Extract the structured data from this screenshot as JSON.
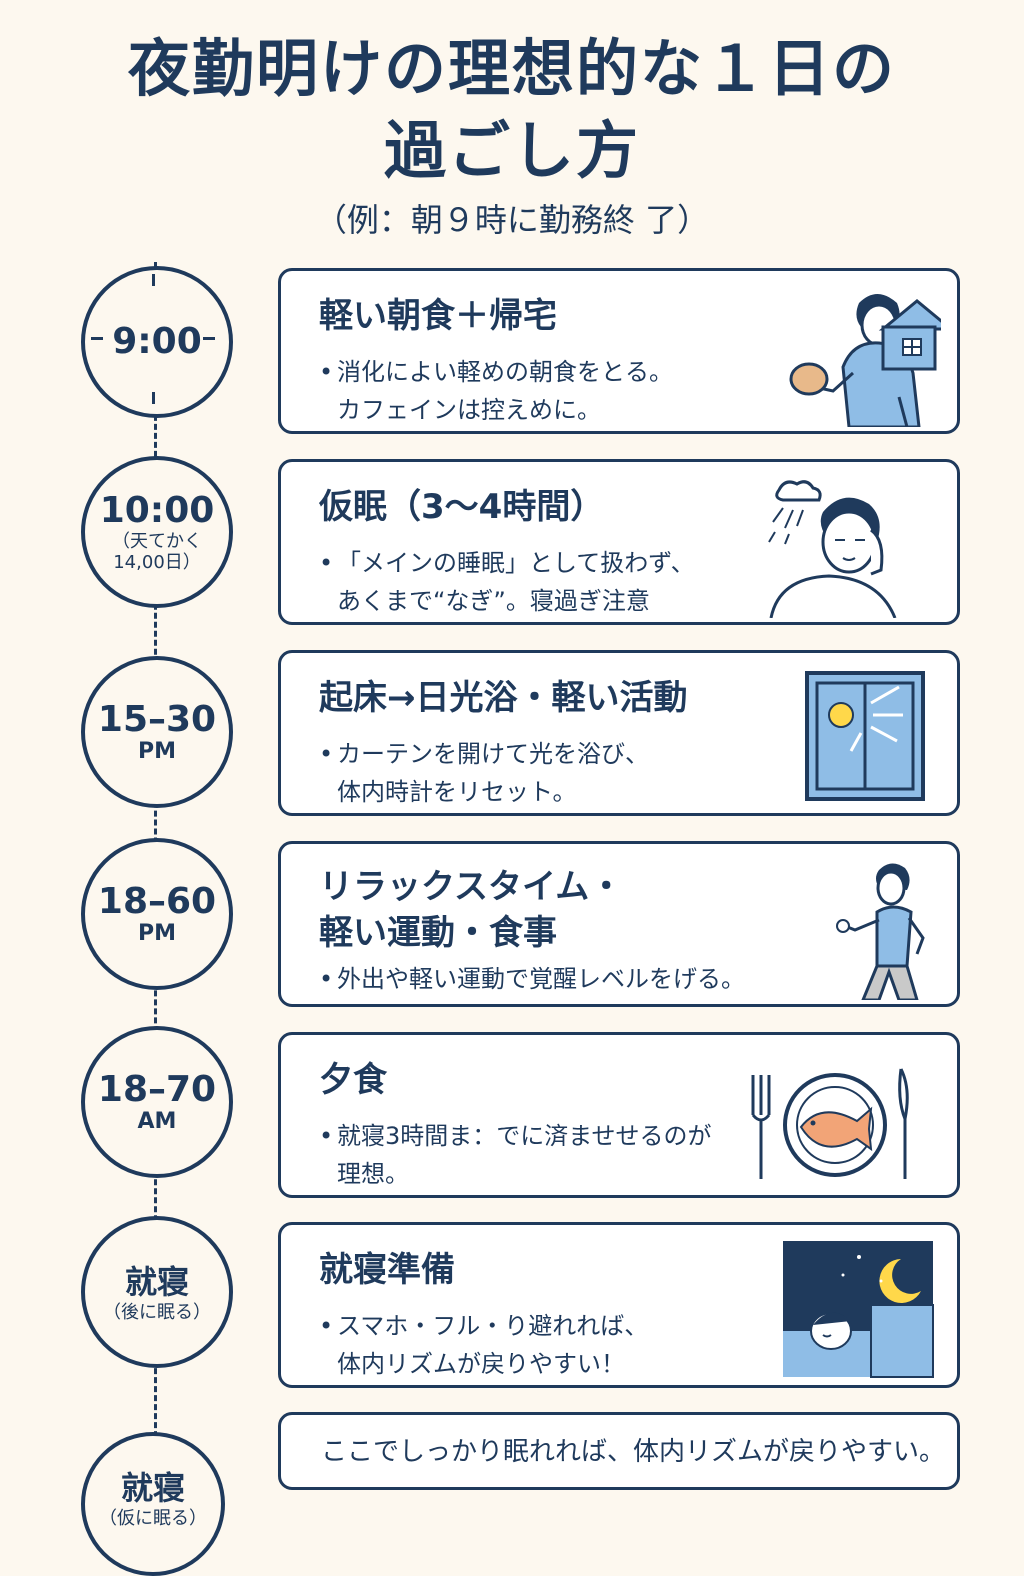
{
  "title": {
    "line1": "夜勤明けの理想的な１日の",
    "line2": "過ごし方",
    "subtitle": "（例：朝９時に勤務終 了）"
  },
  "timeline": [
    {
      "clock_main": "9:00",
      "clock_sub": "",
      "heading": "軽い朝食＋帰宅",
      "body_line1": "消化によい軽めの朝食をとる。",
      "body_line2": "カフェインは控えめに。"
    },
    {
      "clock_main": "10:00",
      "clock_sub": "（天てかく 14,00日）",
      "heading": "仮眠（3〜4時間）",
      "body_line1": "「メインの睡眠」として扱わず、",
      "body_line2": "あくまで“なぎ”。寝過ぎ注意"
    },
    {
      "clock_main": "15–30",
      "clock_sub": "PM",
      "heading": "起床→日光浴・軽い活動",
      "body_line1": "カーテンを開けて光を浴び、",
      "body_line2": "体内時計をリセット。"
    },
    {
      "clock_main": "18–60",
      "clock_sub": "PM",
      "heading_line1": "リラックスタイム・",
      "heading_line2": "軽い運動・食事",
      "body_line1": "外出や軽い運動で覚醒レベルをげる。"
    },
    {
      "clock_main": "18–70",
      "clock_sub": "AM",
      "heading": "夕食",
      "body_line1": "就寝3時間ま：でに済ませせるのが",
      "body_line2": "理想。"
    },
    {
      "clock_main": "就寝",
      "clock_sub": "（後に眠る）",
      "heading": "就寝準備",
      "body_line1": "スマホ・フル・り避れれば、",
      "body_line2": "体内リズムが戻りやすい！"
    },
    {
      "clock_main": "就寝",
      "clock_sub": "（仮に眠る）"
    }
  ],
  "summary": "ここでしっかり眠れれば、体内リズムが戻りやすい。",
  "icons": {
    "card1": "man-with-bread-and-house-icon",
    "card2": "sleepy-man-icon",
    "card3": "sunny-window-icon",
    "card4": "walking-man-icon",
    "card5": "plate-with-fish-icon",
    "card6": "sleeping-at-night-icon"
  },
  "colors": {
    "navy": "#1f3a5c",
    "light_blue": "#8fbde6",
    "background": "#fdf8ef"
  }
}
